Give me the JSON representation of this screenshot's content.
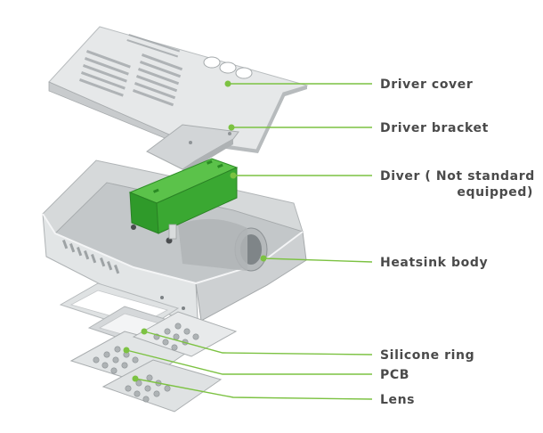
{
  "callouts": {
    "driver_cover": "Driver cover",
    "driver_bracket": "Driver bracket",
    "driver_line1": "Diver ( Not standard",
    "driver_line2": "equipped)",
    "heatsink_body": "Heatsink body",
    "silicone_ring": "Silicone ring",
    "pcb": "PCB",
    "lens": "Lens"
  },
  "colors": {
    "leader": "#7cc242",
    "driver_green": "#3aa832",
    "label_text": "#4a4a4a",
    "metal_light": "#e4e6e7",
    "metal_mid": "#c9cccd",
    "metal_dark": "#a7abad"
  }
}
